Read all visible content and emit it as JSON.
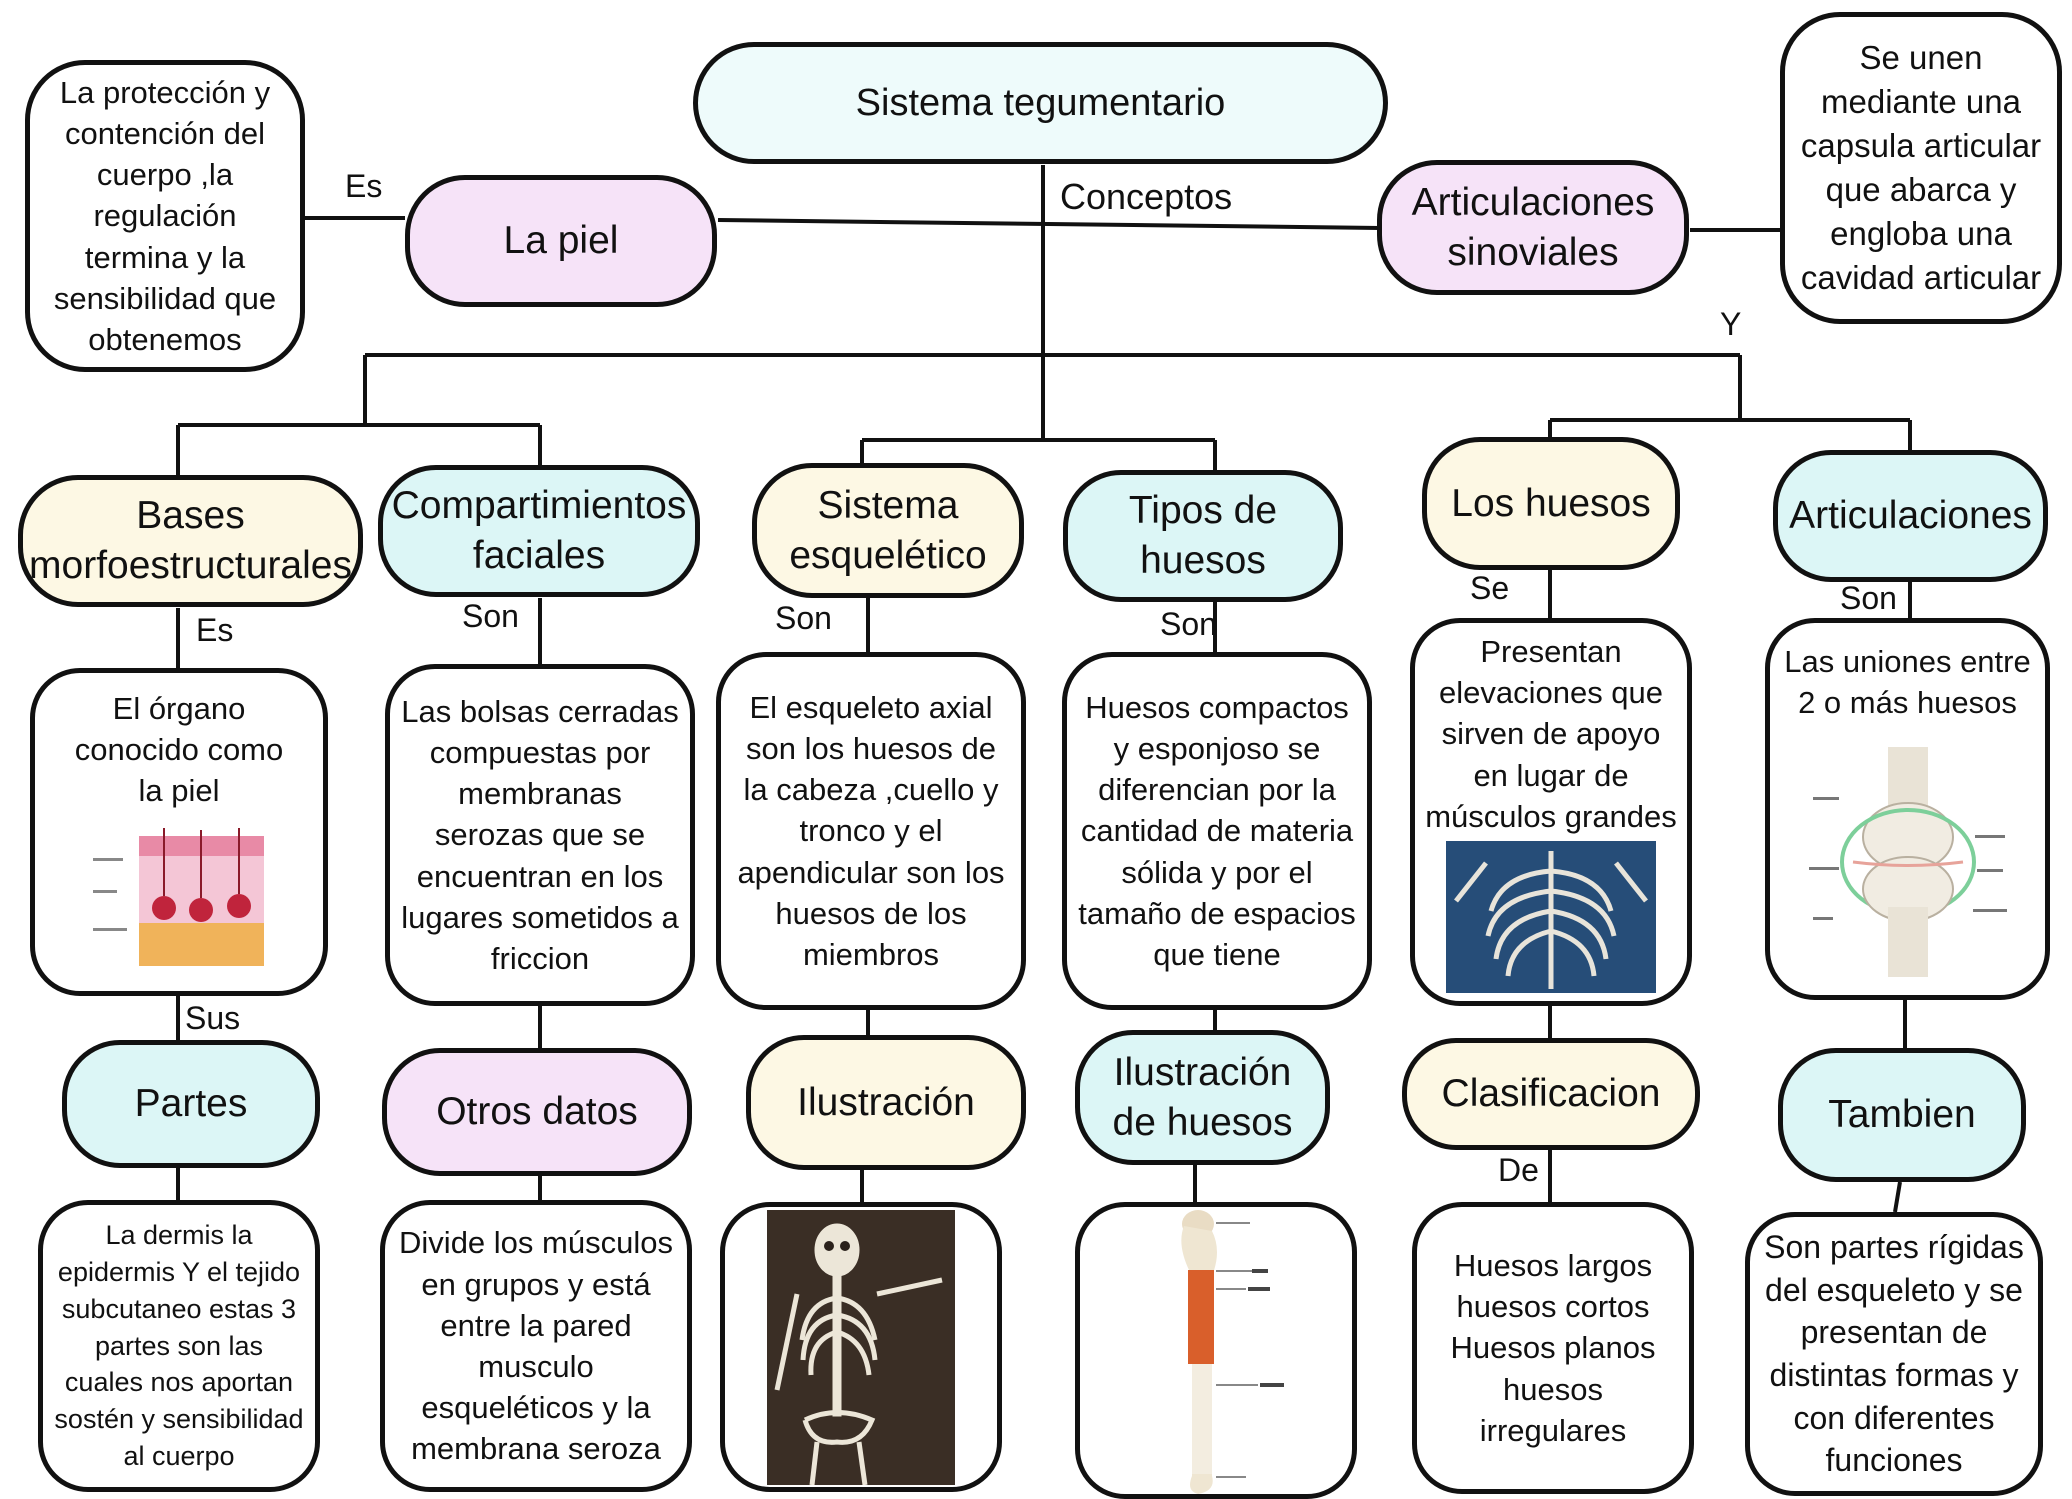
{
  "title": "Sistema tegumentario",
  "connectors": {
    "conceptos": "Conceptos",
    "es_top": "Es",
    "y": "Y",
    "es_bases": "Es",
    "son_comp": "Son",
    "son_esq": "Son",
    "son_tipos": "Son",
    "se_huesos": "Se",
    "son_art": "Son",
    "sus": "Sus",
    "de": "De"
  },
  "top_nodes": {
    "la_piel": "La piel",
    "articulaciones_sinoviales": "Articulaciones sinoviales",
    "piel_desc": "La protección y contención del cuerpo ,la regulación termina y la sensibilidad que obtenemos",
    "sinoviales_desc": "Se unen mediante una capsula articular que abarca y engloba una cavidad articular"
  },
  "columns": [
    {
      "head": "Bases morfoestructurales",
      "desc": "El órgano conocido como la piel",
      "sub": "Partes",
      "sub_desc": "La dermis la epidermis Y el tejido subcutaneo estas 3 partes son las cuales nos aportan sostén y sensibilidad al cuerpo"
    },
    {
      "head": "Compartimientos faciales",
      "desc": "Las bolsas cerradas compuestas por membranas serozas que se encuentran en los lugares sometidos a friccion",
      "sub": "Otros datos",
      "sub_desc": "Divide los músculos en grupos y está entre la pared musculo esqueléticos y la membrana seroza"
    },
    {
      "head": "Sistema esquelético",
      "desc": "El esqueleto axial son los huesos de la cabeza ,cuello y tronco y el apendicular son los huesos de los miembros",
      "sub": "Ilustración"
    },
    {
      "head": "Tipos de huesos",
      "desc": "Huesos compactos y esponjoso se diferencian por la cantidad de materia sólida y por el tamaño de espacios que tiene",
      "sub": "Ilustración de huesos"
    },
    {
      "head": "Los huesos",
      "desc": "Presentan elevaciones que sirven de apoyo en lugar de músculos grandes",
      "sub": "Clasificacion",
      "sub_desc": "Huesos largos huesos cortos Huesos planos huesos irregulares"
    },
    {
      "head": "Articulaciones",
      "desc": "Las uniones entre 2 o más huesos",
      "sub": "Tambien",
      "sub_desc": "Son partes rígidas del esqueleto y se presentan de distintas formas y con diferentes funciones"
    }
  ],
  "colors": {
    "pink": "#f6e3f8",
    "cyan": "#dcf6f6",
    "cream": "#fdf8e4",
    "line": "#111111"
  }
}
